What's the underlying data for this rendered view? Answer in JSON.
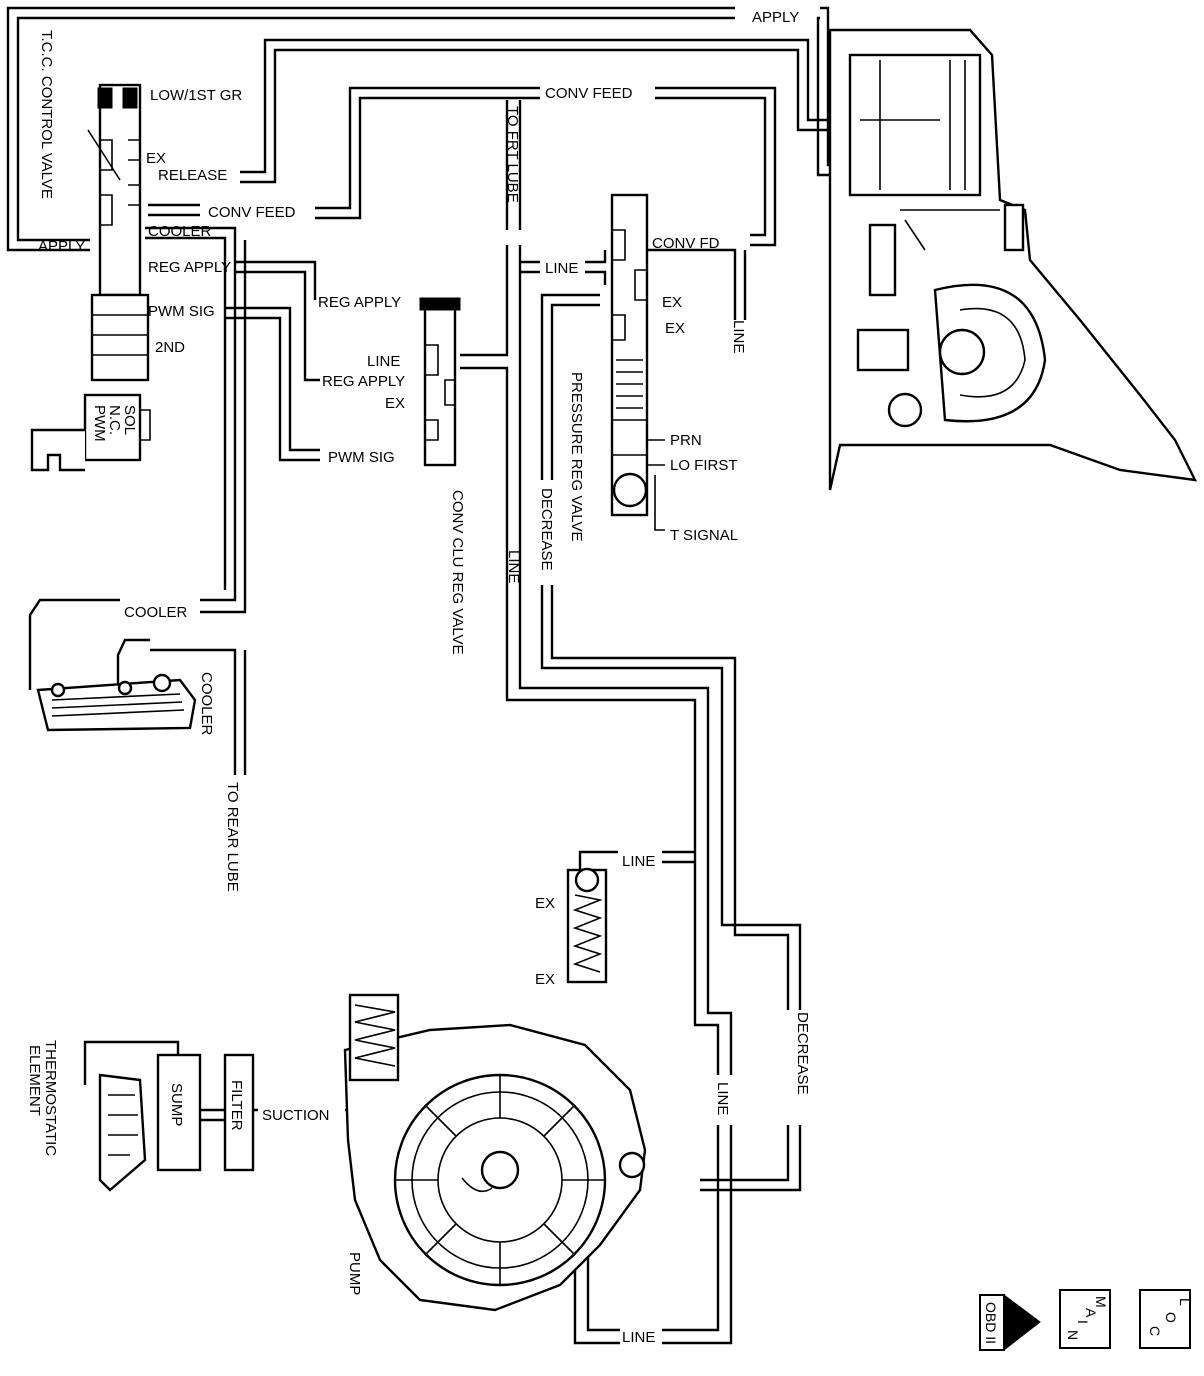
{
  "labels": {
    "apply_top": "APPLY",
    "tcc_control_valve": "T.C.C. CONTROL VALVE",
    "low_1st_gr": "LOW/1ST GR",
    "ex_1": "EX",
    "release": "RELEASE",
    "conv_feed_1": "CONV FEED",
    "apply_left": "APPLY",
    "cooler_1": "COOLER",
    "reg_apply_1": "REG APPLY",
    "pwm_sig_1": "PWM SIG",
    "second": "2ND",
    "nc_pwm_sol_1": "N.C.",
    "nc_pwm_sol_2": "PWM",
    "nc_pwm_sol_3": "SOL",
    "conv_feed_top": "CONV FEED",
    "to_frt_lube": "TO FRT LUBE",
    "line_1": "LINE",
    "conv_fd": "CONV FD",
    "ex_2": "EX",
    "ex_3": "EX",
    "line_vertical": "LINE",
    "reg_apply_2": "REG APPLY",
    "line_2": "LINE",
    "reg_apply_3": "REG APPLY",
    "ex_4": "EX",
    "pwm_sig_2": "PWM SIG",
    "conv_clu_reg_valve": "CONV CLU REG VALVE",
    "pressure_reg_valve": "PRESSURE REG VALVE",
    "decrease_1": "DECREASE",
    "line_3": "LINE",
    "prn": "PRN",
    "lo_first": "LO FIRST",
    "t_signal": "T SIGNAL",
    "cooler_2": "COOLER",
    "cooler_3": "COOLER",
    "to_rear_lube": "TO REAR LUBE",
    "line_4": "LINE",
    "ex_5": "EX",
    "ex_6": "EX",
    "decrease_2": "DECREASE",
    "thermostatic_element_1": "THERMOSTATIC",
    "thermostatic_element_2": "ELEMENT",
    "sump": "SUMP",
    "filter": "FILTER",
    "suction": "SUCTION",
    "line_5": "LINE",
    "pump": "PUMP",
    "line_6": "LINE"
  },
  "nav": {
    "obd_label": "OBD II",
    "main_1": "M",
    "main_2": "A",
    "main_3": "I",
    "main_4": "N",
    "loc_1": "L",
    "loc_2": "O",
    "loc_3": "C"
  }
}
